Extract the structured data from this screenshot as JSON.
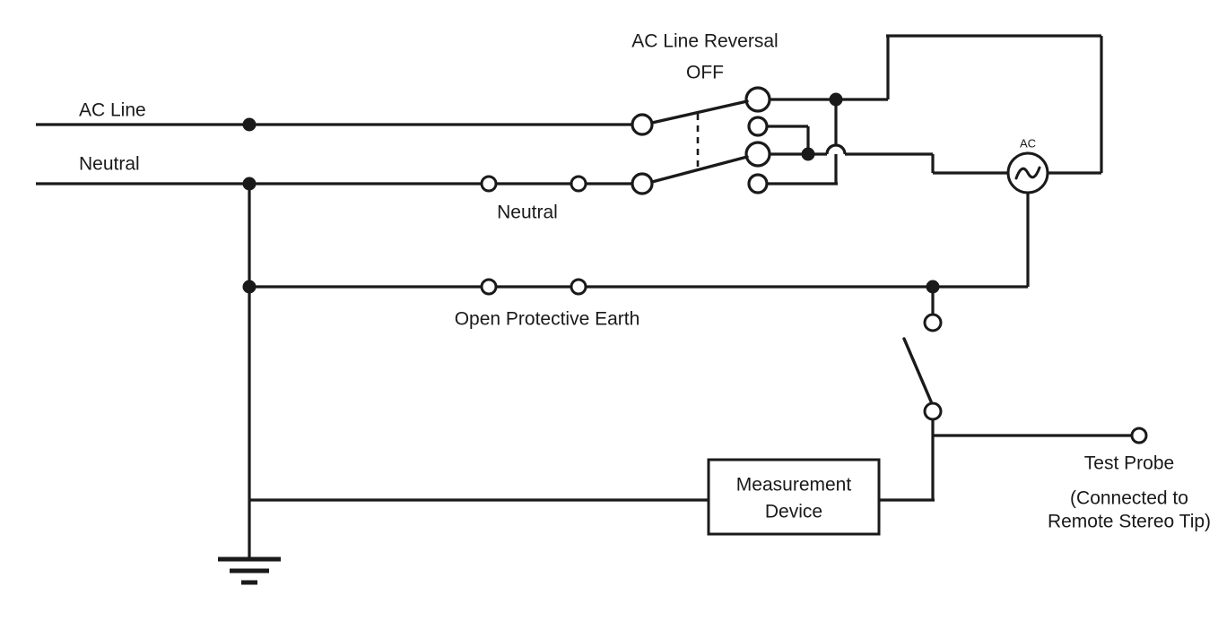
{
  "diagram": {
    "title": "AC Line Reversal OFF test circuit",
    "background_color": "#ffffff",
    "line_color": "#1a1a1a"
  },
  "labels": {
    "ac_line": "AC Line",
    "neutral_source": "Neutral",
    "switch_title_line1": "AC Line Reversal",
    "switch_title_line2": "OFF",
    "neutral_switch": "Neutral",
    "open_protective_earth": "Open Protective Earth",
    "measurement_device_line1": "Measurement",
    "measurement_device_line2": "Device",
    "test_probe": "Test Probe",
    "test_probe_note_line1": "(Connected to",
    "test_probe_note_line2": "Remote Stereo Tip)",
    "ac_source": "AC"
  },
  "components": {
    "ac_source_symbol": "sine-wave",
    "ground_symbol": "earth-ground-3-bar",
    "reversal_switch_state": "OFF",
    "probe_switch_state": "open",
    "neutral_jumper_state": "closed",
    "earth_jumper_state": "closed"
  }
}
